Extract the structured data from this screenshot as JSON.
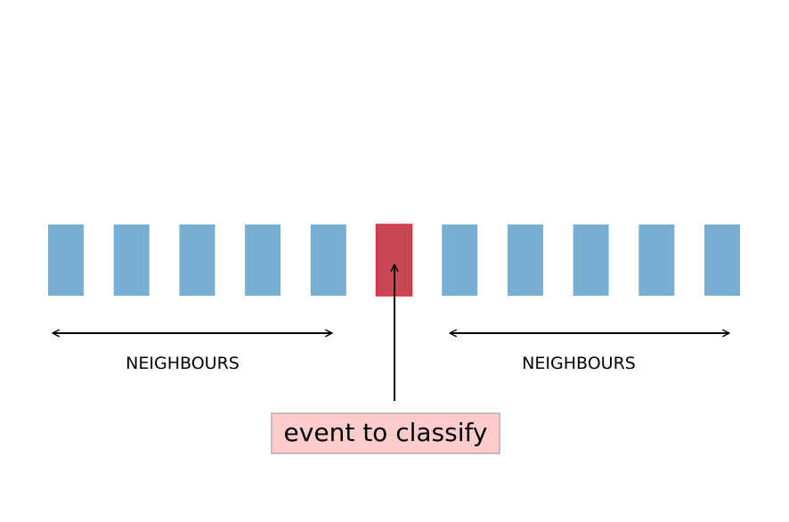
{
  "colors": {
    "neighbour_fill": "#77aed1",
    "event_fill": "#c84656",
    "event_stroke": "#e22b36",
    "label_box_fill": "#ffcccc",
    "label_box_stroke": "#bbaaaa",
    "arrow": "#000000"
  },
  "sequence": {
    "count": 11,
    "event_index": 5
  },
  "left_group": {
    "label": "NEIGHBOURS"
  },
  "right_group": {
    "label": "NEIGHBOURS"
  },
  "event": {
    "label": "event to classify"
  }
}
